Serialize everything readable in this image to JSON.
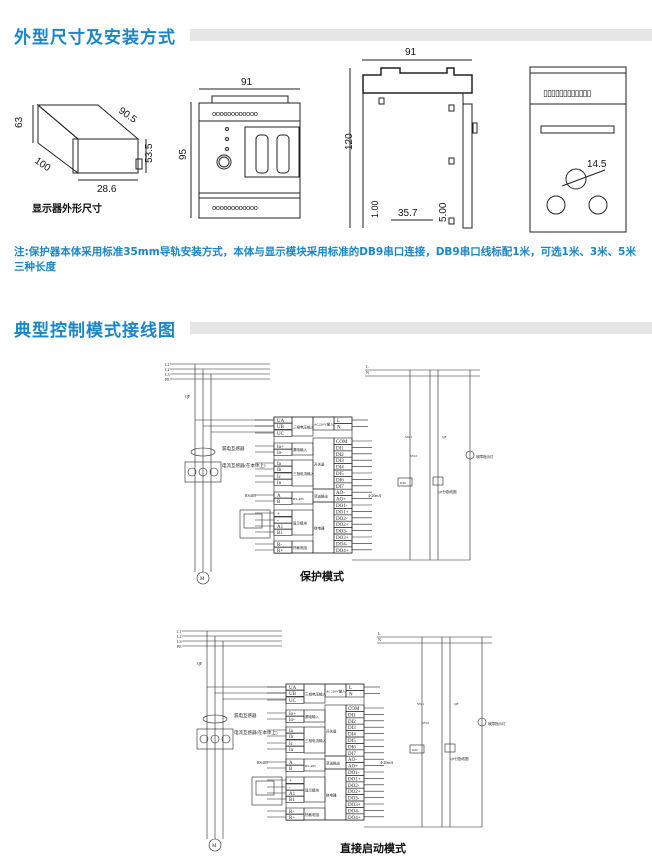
{
  "section1": {
    "title": "外型尺寸及安装方式"
  },
  "display_drawing": {
    "caption": "显示器外形尺寸",
    "dims": [
      "63",
      "90.5",
      "53.5",
      "100",
      "28.6"
    ]
  },
  "front_drawing": {
    "dims": [
      "91",
      "95"
    ]
  },
  "side_drawing": {
    "dims": [
      "91",
      "120",
      "1.00",
      "35.7",
      "5.00"
    ]
  },
  "panel_drawing": {
    "dims": [
      "14.5"
    ]
  },
  "note": "注:保护器本体采用标准35mm导轨安装方式，本体与显示模块采用标准的DB9串口连接，DB9串口线标配1米，可选1米、3米、5米三种长度",
  "section2": {
    "title": "典型控制模式接线图"
  },
  "wiring": {
    "bus": [
      "L1",
      "L2",
      "L3",
      "PE"
    ],
    "ln": [
      "L",
      "N"
    ],
    "left_terms": [
      "UA",
      "UB",
      "UC",
      "Io+",
      "Io-",
      "Ia",
      "Ib",
      "Ic",
      "In",
      "A",
      "B",
      "+",
      "-",
      "A1",
      "B1",
      "R-",
      "R+"
    ],
    "left_funcs": [
      "三相电压输入",
      "漏电输入",
      "三相电流输入",
      "RS-485",
      "显示模块",
      "热敏电阻"
    ],
    "mid_funcs": [
      "AC220V输入",
      "开关量",
      "变送输出",
      "继电器"
    ],
    "right_top": [
      "L",
      "N"
    ],
    "right_terms": [
      "COM",
      "DI1",
      "DI2",
      "DI3",
      "DI4",
      "DI5",
      "DI6",
      "DI7",
      "AO-",
      "AO+",
      "DO1-",
      "DO1+",
      "DO2-",
      "DO2+",
      "DO3-",
      "DO3+",
      "DO4-",
      "DO4+"
    ],
    "labels": {
      "leak_ct": "漏电互感器",
      "ct": "电流互感器(在本体上)",
      "rs485": "RS485",
      "ma": "4-20mA",
      "qf": "QF",
      "km": "KM",
      "sw1": "SW1",
      "sw2": "SW2",
      "trip": "QF分励线圈",
      "lamp": "故障指示灯",
      "motor": "M"
    },
    "modes": [
      "保护模式",
      "直接启动模式"
    ]
  }
}
